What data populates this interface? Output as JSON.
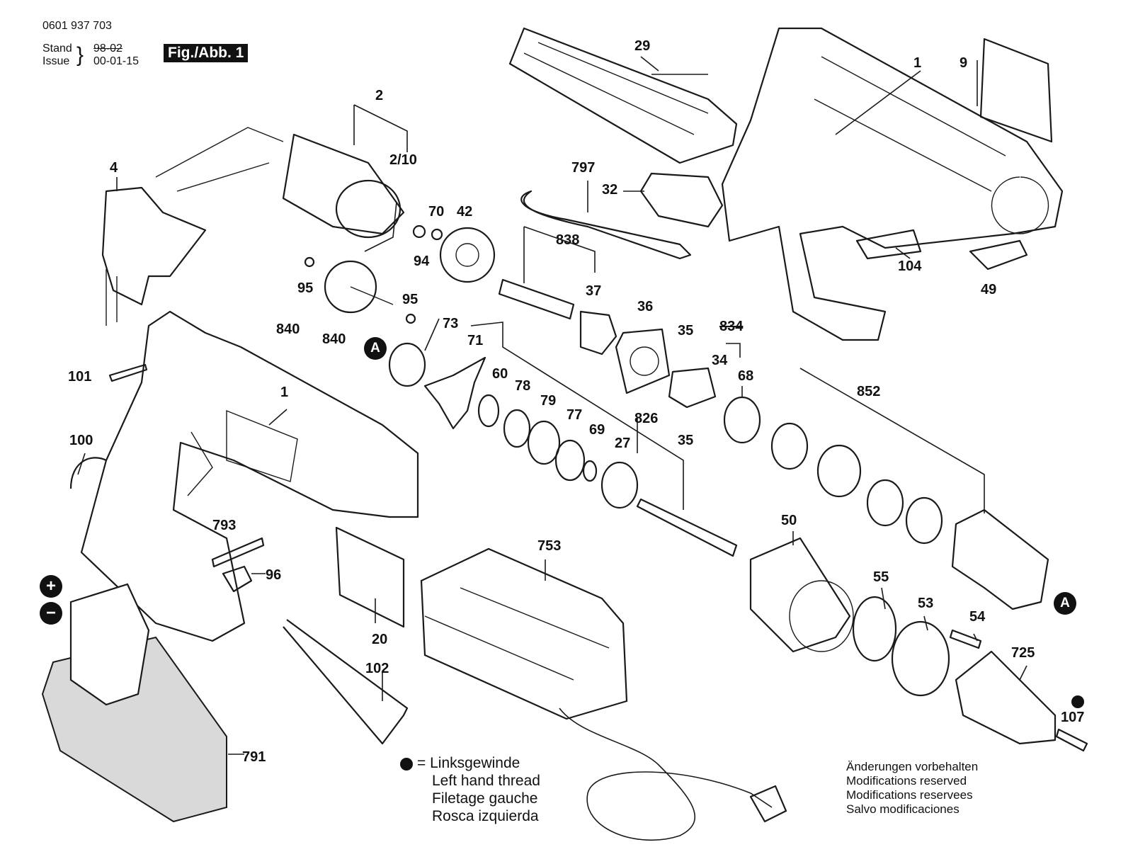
{
  "header": {
    "part_number": "0601 937 703",
    "stand_label": "Stand",
    "issue_label": "Issue",
    "old_date": "98-02",
    "issue_date": "00-01-15",
    "figure_label": "Fig./Abb. 1"
  },
  "labels": {
    "l1a": "1",
    "l1b": "1",
    "l2": "2",
    "l2_10": "2/10",
    "l4": "4",
    "l9": "9",
    "l20": "20",
    "l27": "27",
    "l29": "29",
    "l32": "32",
    "l34": "34",
    "l35a": "35",
    "l35b": "35",
    "l36": "36",
    "l37": "37",
    "l42": "42",
    "l49": "49",
    "l50": "50",
    "l53": "53",
    "l54": "54",
    "l55": "55",
    "l60": "60",
    "l68": "68",
    "l69": "69",
    "l70": "70",
    "l71": "71",
    "l73": "73",
    "l77": "77",
    "l78": "78",
    "l79": "79",
    "l94": "94",
    "l95a": "95",
    "l95b": "95",
    "l96": "96",
    "l100": "100",
    "l101": "101",
    "l102": "102",
    "l104": "104",
    "l107": "107",
    "l725": "725",
    "l753": "753",
    "l791": "791",
    "l793": "793",
    "l797": "797",
    "l826": "826",
    "l834": "834",
    "l838": "838",
    "l840a": "840",
    "l840b": "840",
    "l852": "852"
  },
  "badges": {
    "a1": "A",
    "a2": "A",
    "plus": "+",
    "minus": "−"
  },
  "legend": {
    "lines": [
      "= Linksgewinde",
      "Left hand thread",
      "Filetage gauche",
      "Rosca izquierda"
    ]
  },
  "notice": {
    "lines": [
      "Änderungen vorbehalten",
      "Modifications reserved",
      "Modifications reservees",
      "Salvo modificaciones"
    ]
  }
}
